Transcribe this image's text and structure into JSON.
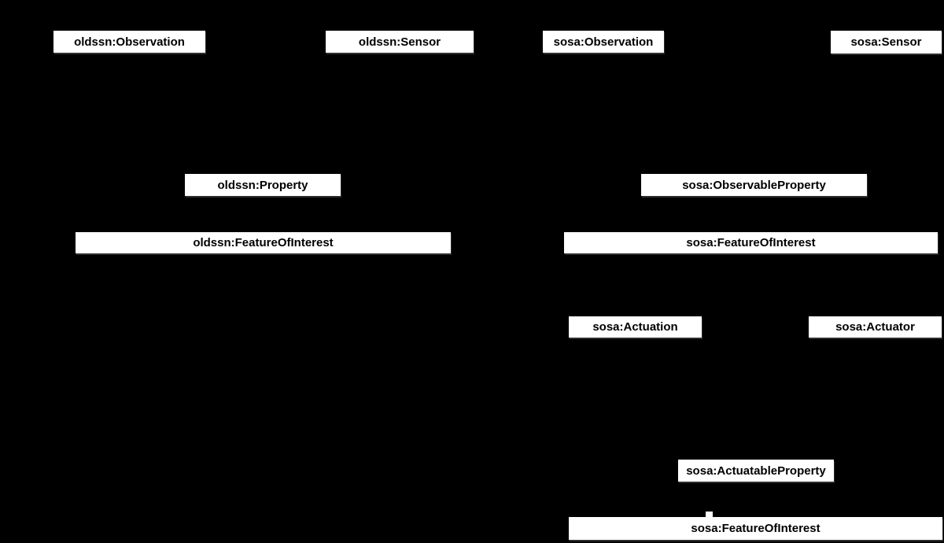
{
  "diagram": {
    "description": "Ontology class diagram on black background comparing old SSN classes with SOSA classes; only white class-label boxes are visible",
    "colors": {
      "background": "#000000",
      "node_fill": "#ffffff",
      "node_text": "#000000"
    },
    "nodes": [
      {
        "id": "oldssn-observation",
        "label": "oldssn:Observation"
      },
      {
        "id": "oldssn-sensor",
        "label": "oldssn:Sensor"
      },
      {
        "id": "sosa-observation",
        "label": "sosa:Observation"
      },
      {
        "id": "sosa-sensor",
        "label": "sosa:Sensor"
      },
      {
        "id": "oldssn-property",
        "label": "oldssn:Property"
      },
      {
        "id": "sosa-observable-property",
        "label": "sosa:ObservableProperty"
      },
      {
        "id": "oldssn-feature-of-interest",
        "label": "oldssn:FeatureOfInterest"
      },
      {
        "id": "sosa-feature-of-interest",
        "label": "sosa:FeatureOfInterest"
      },
      {
        "id": "sosa-actuation",
        "label": "sosa:Actuation"
      },
      {
        "id": "sosa-actuator",
        "label": "sosa:Actuator"
      },
      {
        "id": "sosa-actuatable-property",
        "label": "sosa:ActuatableProperty"
      },
      {
        "id": "sosa-feature-of-interest-bottom",
        "label": "sosa:FeatureOfInterest"
      }
    ]
  }
}
